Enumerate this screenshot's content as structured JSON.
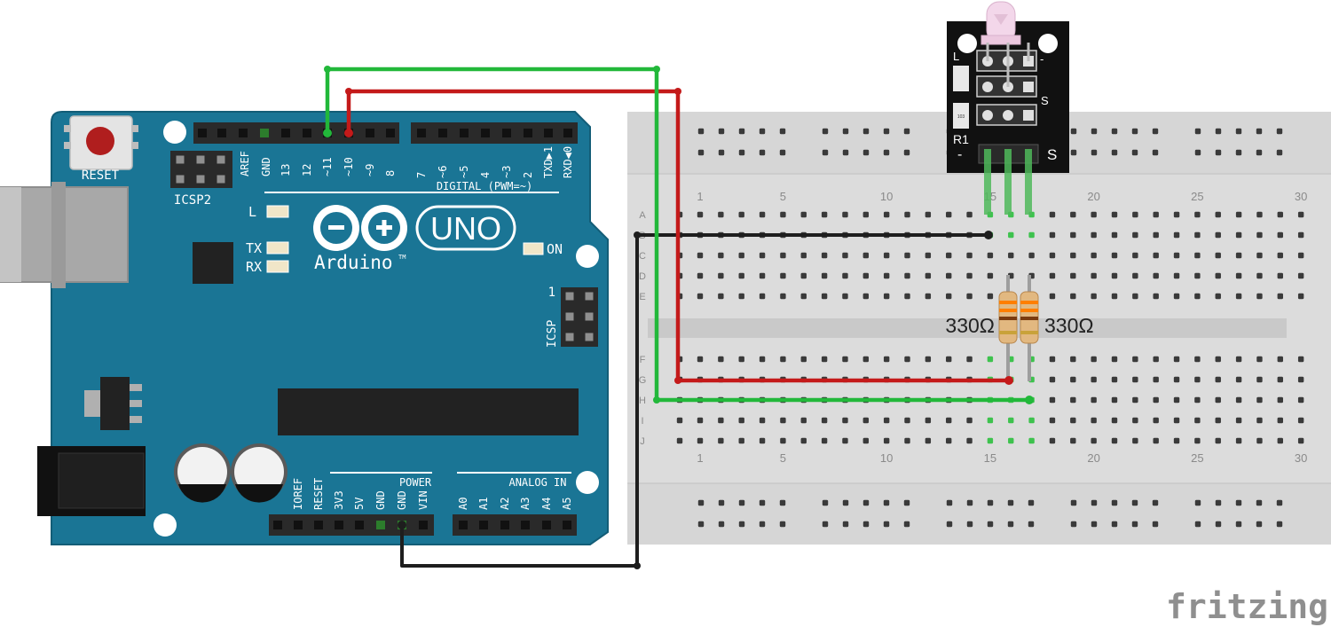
{
  "arduino": {
    "reset_label": "RESET",
    "icsp2_label": "ICSP2",
    "icsp_label": "ICSP",
    "icsp_pin1": "1",
    "digital_label": "DIGITAL (PWM=~)",
    "power_label": "POWER",
    "analog_label": "ANALOG IN",
    "led_l": "L",
    "led_tx": "TX",
    "led_rx": "RX",
    "led_on": "ON",
    "logo_uno": "UNO",
    "logo_name": "Arduino",
    "logo_tm": "TM",
    "digital_pins_left": [
      "AREF",
      "GND",
      "13",
      "12",
      "~11",
      "~10",
      "~9",
      "8"
    ],
    "digital_pins_right": [
      "7",
      "~6",
      "~5",
      "4",
      "~3",
      "2",
      "TXD▶1",
      "RXD◀0"
    ],
    "power_pins": [
      "IOREF",
      "RESET",
      "3V3",
      "5V",
      "GND",
      "GND",
      "VIN"
    ],
    "analog_pins": [
      "A0",
      "A1",
      "A2",
      "A3",
      "A4",
      "A5"
    ]
  },
  "breadboard": {
    "column_numbers": [
      "1",
      "5",
      "10",
      "15",
      "20",
      "25",
      "30"
    ],
    "row_letters_top": [
      "A",
      "B",
      "C",
      "D",
      "E"
    ],
    "row_letters_bottom": [
      "F",
      "G",
      "H",
      "I",
      "J"
    ]
  },
  "module": {
    "label_l": "L",
    "label_r1": "R1",
    "label_s_top": "S",
    "label_s_bottom": "S",
    "label_minus": "-",
    "label_minus_top": "-",
    "chip_text": "103"
  },
  "resistors": {
    "left_value": "330Ω",
    "right_value": "330Ω"
  },
  "colors": {
    "board": "#1a7595",
    "wire_green": "#22b83a",
    "wire_red": "#c41a1a",
    "wire_black": "#1e1e1e",
    "breadboard": "#dcdcdc"
  },
  "footer": {
    "brand": "fritzing"
  }
}
